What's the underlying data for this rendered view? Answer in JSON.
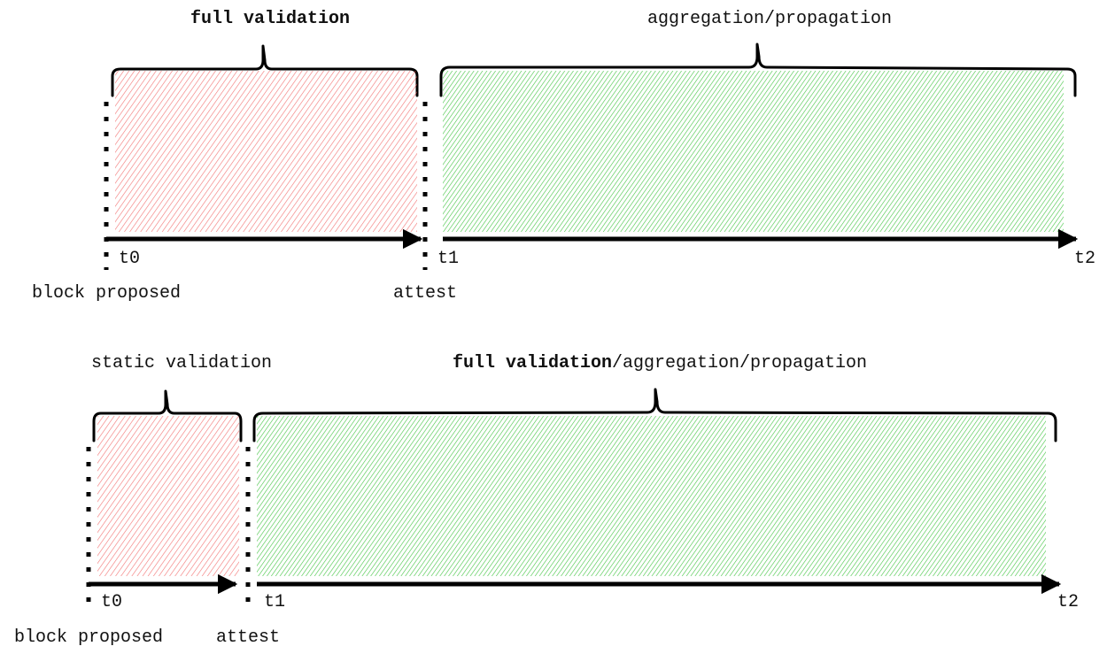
{
  "colors": {
    "validation_fill": "#ee4444",
    "propagation_fill": "#22bb22",
    "ink": "#000000"
  },
  "top": {
    "phase1_label": "full validation",
    "phase2_label": "aggregation/propagation",
    "tick_t0": "t0",
    "tick_t1": "t1",
    "tick_t2": "t2",
    "event_start": "block proposed",
    "event_mid": "attest"
  },
  "bottom": {
    "phase1_label": "static validation",
    "phase2_label_bold": "full validation",
    "phase2_label_rest": "/aggregation/propagation",
    "tick_t0": "t0",
    "tick_t1": "t1",
    "tick_t2": "t2",
    "event_start": "block proposed",
    "event_mid": "attest"
  }
}
